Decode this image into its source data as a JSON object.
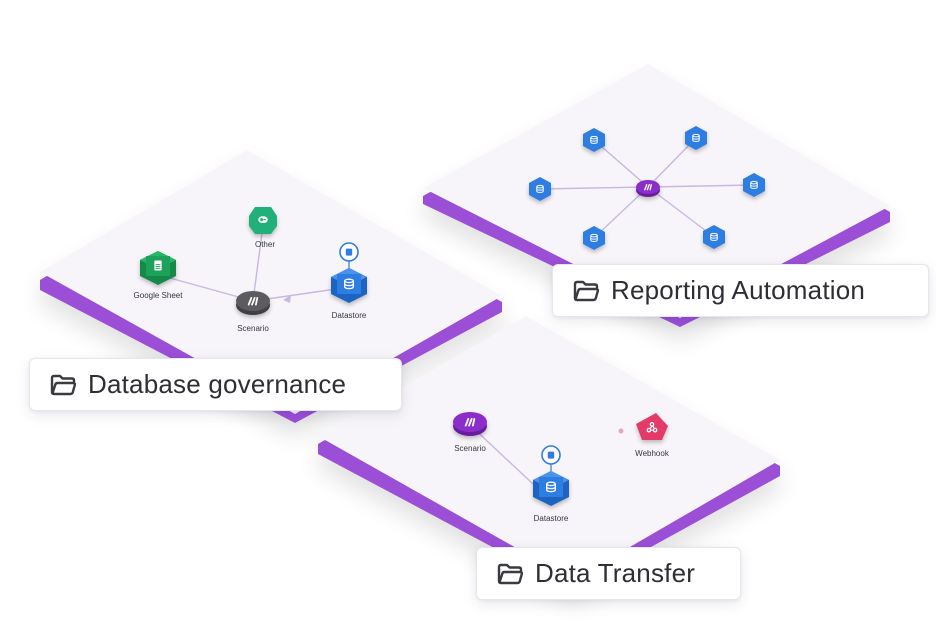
{
  "groups": {
    "reporting": {
      "title": "Reporting Automation",
      "icon": "folder-icon"
    },
    "database": {
      "title": "Database governance",
      "icon": "folder-icon",
      "nodes": {
        "google_sheet": "Google Sheet",
        "other": "Other",
        "scenario": "Scenario",
        "datastore": "Datastore"
      }
    },
    "transfer": {
      "title": "Data Transfer",
      "icon": "folder-icon",
      "nodes": {
        "scenario": "Scenario",
        "webhook": "Webhook",
        "datastore": "Datastore"
      }
    }
  },
  "colors": {
    "platform_top": "#f7f5f9",
    "platform_edge": "#9b4fd6",
    "datastore_blue": "#2f7de1",
    "scenario_purple": "#8b2fc9",
    "scenario_gray": "#5c5c60",
    "sheet_green": "#1fa25a",
    "other_green": "#22b07a",
    "webhook_pink": "#e23a6a",
    "connector": "#c9b6e4"
  }
}
